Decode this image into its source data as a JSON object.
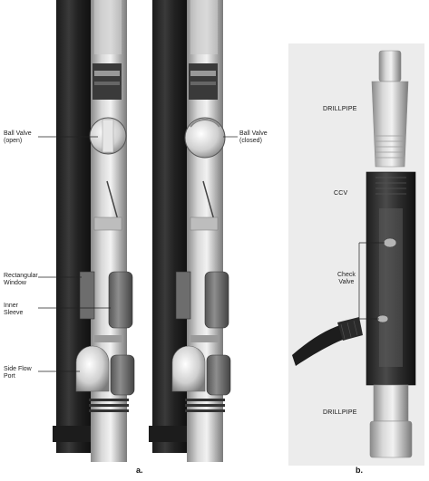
{
  "panel_a": {
    "caption": "a.",
    "left_tool": {
      "ball_valve": "Ball Valve\n(open)",
      "rectangular_window": "Rectangular\nWindow",
      "inner_sleeve": "Inner\nSleeve",
      "side_flow_port": "Side Flow\nPort"
    },
    "right_tool": {
      "ball_valve": "Ball Valve\n(closed)"
    }
  },
  "panel_b": {
    "caption": "b.",
    "top_label": "DRILLPIPE",
    "ccv_label": "CCV",
    "check_valve": "Check\nValve",
    "bottom_label": "DRILLPIPE"
  }
}
